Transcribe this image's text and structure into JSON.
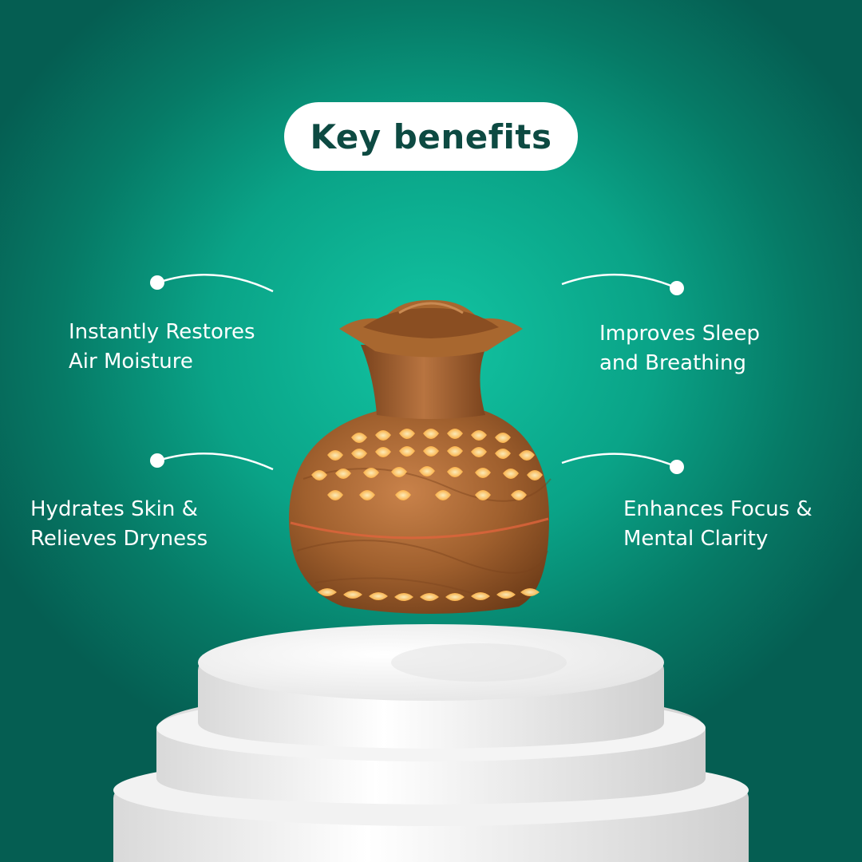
{
  "title": "Key benefits",
  "benefits": [
    {
      "line1": "Instantly Restores",
      "line2": "Air Moisture"
    },
    {
      "line1": "Improves Sleep",
      "line2": "and Breathing"
    },
    {
      "line1": "Hydrates Skin &",
      "line2": "Relieves Dryness"
    },
    {
      "line1": "Enhances Focus &",
      "line2": "Mental Clarity"
    }
  ],
  "colors": {
    "background": "#0aa387",
    "title_text": "#0d4a42",
    "accent_wood": "#a0602e",
    "glow": "#ffc46a"
  }
}
